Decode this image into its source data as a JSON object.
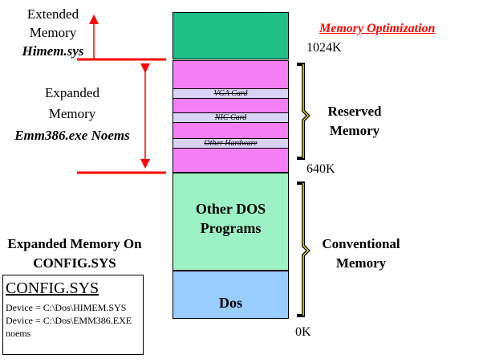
{
  "title": "Memory Optimization",
  "extended": {
    "line1": "Extended",
    "line2": "Memory",
    "file": "Himem.sys"
  },
  "expanded": {
    "line1": "Expanded",
    "line2": "Memory",
    "cmd": "Emm386.exe  Noems"
  },
  "expanded_on": {
    "line1": "Expanded Memory On",
    "line2": "CONFIG.SYS"
  },
  "config": {
    "title": "CONFIG.SYS",
    "line1": "Device = C:\\Dos\\HIMEM.SYS",
    "line2": "Device = C:\\Dos\\EMM386.EXE",
    "line3": "noems"
  },
  "addresses": {
    "k1024": "1024K",
    "k640": "640K",
    "k0": "0K"
  },
  "stack": {
    "cards": [
      "VGA Card",
      "NIC Card",
      "Other Hardware"
    ],
    "other_dos_line1": "Other DOS",
    "other_dos_line2": "Programs",
    "dos": "Dos"
  },
  "brackets": {
    "reserved_line1": "Reserved",
    "reserved_line2": "Memory",
    "conventional_line1": "Conventional",
    "conventional_line2": "Memory"
  },
  "colors": {
    "extended_block": "#1fbf87",
    "reserved_block": "#f47ef4",
    "hardware_card": "#d9d4f6",
    "conventional_block": "#9cf2c4",
    "dos_block": "#99ccff",
    "accent_red": "#ff0000",
    "bracket_gold": "#f2e21a"
  }
}
